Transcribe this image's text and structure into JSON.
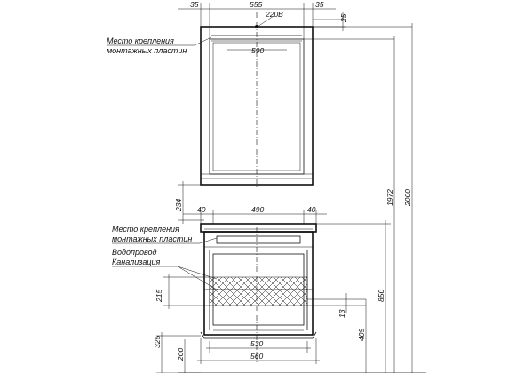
{
  "mirror": {
    "top_dims": [
      "35",
      "555",
      "35"
    ],
    "dim_25": "25",
    "power_label": "220В",
    "width_590": "590",
    "mount_note_line1": "Место крепления",
    "mount_note_line2": "монтажных пластин"
  },
  "cabinet": {
    "gap_234": "234",
    "top_dims": [
      "40",
      "490",
      "40"
    ],
    "mount_note_line1": "Место крепления",
    "mount_note_line2": "монтажных пластин",
    "pipe_note_line1": "Водопровод",
    "pipe_note_line2": "Канализация",
    "dim_215": "215",
    "dim_325": "325",
    "dim_200": "200",
    "dim_13": "13",
    "dim_409": "409",
    "dim_850": "850",
    "bottom_530": "530",
    "bottom_560": "560"
  },
  "heights": {
    "h_1972": "1972",
    "h_2000": "2000"
  }
}
